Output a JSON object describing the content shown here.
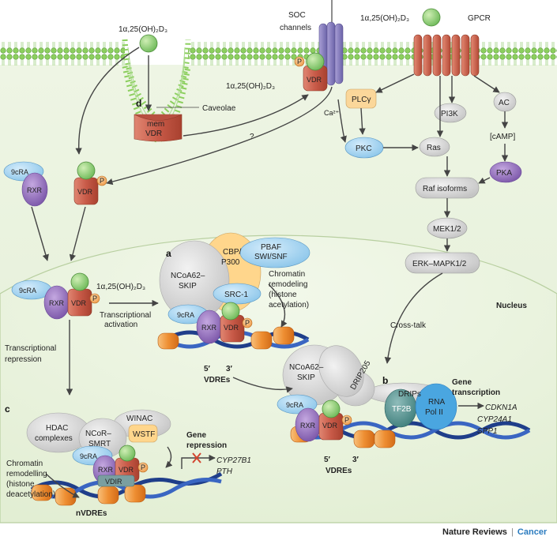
{
  "labels": {
    "ligand_top_left": "1α,25(OH)₂D₃",
    "ligand_membrane": "1α,25(OH)₂D₃",
    "ligand_top_right": "1α,25(OH)₂D₃",
    "ligand_nuclear": "1α,25(OH)₂D₃",
    "soc_line1": "SOC",
    "soc_line2": "channels",
    "gpcr": "GPCR",
    "caveolae": "Caveolae",
    "mem": "mem",
    "vdr": "VDR",
    "rxr": "RXR",
    "ninecra": "9cRA",
    "p": "P",
    "question": "?",
    "ca": "Ca²⁺",
    "plcg": "PLCγ",
    "pkc": "PKC",
    "ras": "Ras",
    "pi3k": "PI3K",
    "ac": "AC",
    "camp": "[cAMP]",
    "pka": "PKA",
    "raf": "Raf isoforms",
    "mek": "MEK1/2",
    "erk": "ERK–MAPK1/2",
    "nucleus": "Nucleus",
    "crosstalk": "Cross-talk",
    "transcriptional_activation_1": "Transcriptional",
    "transcriptional_activation_2": "activation",
    "transcriptional_repression_1": "Transcriptional",
    "transcriptional_repression_2": "repression",
    "ncoa62_a_1": "NCoA62–",
    "ncoa62_a_2": "SKIP",
    "cbp_1": "CBP/",
    "cbp_2": "P300",
    "pbaf_1": "PBAF",
    "pbaf_2": "SWI/SNF",
    "src1": "SRC-1",
    "chromatin_a_1": "Chromatin",
    "chromatin_a_2": "remodeling",
    "chromatin_a_3": "(histone",
    "chromatin_a_4": "acetylation)",
    "five_prime": "5′",
    "three_prime": "3′",
    "vdres": "VDREs",
    "ncoa62_b_1": "NCoA62–",
    "ncoa62_b_2": "SKIP",
    "drip205": "DRIP205",
    "drips": "DRIPs",
    "tf2b": "TF2B",
    "rnapol_1": "RNA",
    "rnapol_2": "Pol II",
    "gene_transcription_1": "Gene",
    "gene_transcription_2": "transcription",
    "gene_cdkn1a": "CDKN1A",
    "gene_cyp24a1": "CYP24A1",
    "gene_spp1": "SPP1",
    "hdac_1": "HDAC",
    "hdac_2": "complexes",
    "ncor_1": "NCoR–",
    "ncor_2": "SMRT",
    "winac": "WINAC",
    "wstf": "WSTF",
    "vdir": "VDIR",
    "gene_repression_1": "Gene",
    "gene_repression_2": "repression",
    "gene_cyp27b1": "CYP27B1",
    "gene_pth": "PTH",
    "chromatin_c_1": "Chromatin",
    "chromatin_c_2": "remodelling",
    "chromatin_c_3": "(histone",
    "chromatin_c_4": "deacetylation)",
    "nvdres": "nVDREs",
    "letter_a": "a",
    "letter_b": "b",
    "letter_c": "c",
    "letter_d": "d"
  },
  "footer": {
    "journal": "Nature Reviews",
    "separator": "|",
    "section": "Cancer"
  }
}
